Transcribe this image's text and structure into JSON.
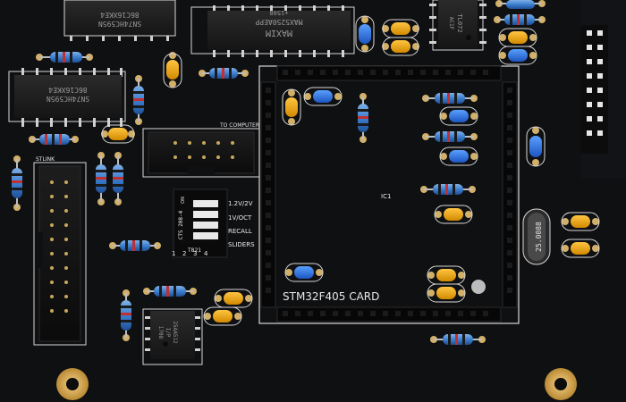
{
  "labels": {
    "to_computer": "TO COMPUTER",
    "stlink": "STLINK",
    "ic1": "IC1",
    "card": "STM32F405 CARD",
    "dip_volt1": "1.2V/2V",
    "dip_volt2": "1V/OCT",
    "dip_recall": "RECALL",
    "dip_sliders": "SLIDERS",
    "dip_part": "CTS 208-4",
    "dip_on": "ON",
    "dip_num1": "1",
    "dip_num2": "2",
    "dip_num3": "3",
    "dip_num4": "4",
    "dip_code": "T821"
  },
  "chips": {
    "top_left": {
      "line1": "SN74HC595N",
      "line2": "86C16XKE4"
    },
    "left": {
      "line1": "SN74HC595N",
      "line2": "86C16XKE4"
    },
    "maxim": {
      "brand": "MAXIM",
      "part": "MAX5250AEPP",
      "code": "+1508"
    },
    "top_right": {
      "part": "TL072",
      "code": "AC1F"
    },
    "bottom": {
      "part": "25AA512",
      "code": "I/P",
      "code2": "1708"
    }
  },
  "crystal": {
    "label": "25.0088"
  }
}
